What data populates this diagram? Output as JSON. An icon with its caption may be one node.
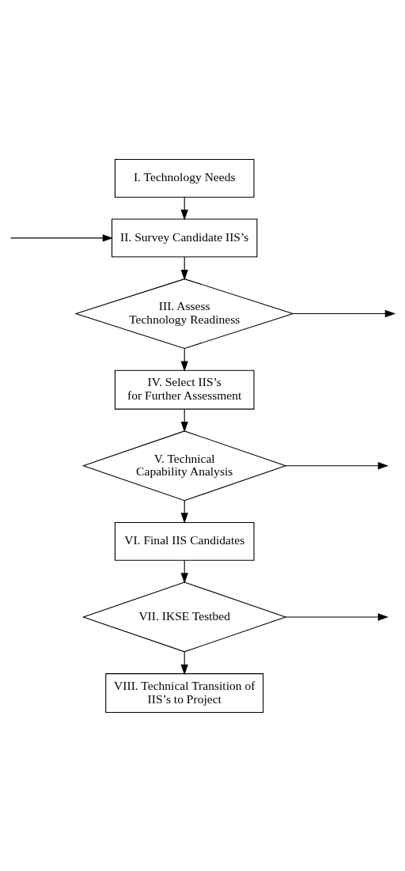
{
  "diagram": {
    "nodes": [
      {
        "text": [
          "I. Technology Needs"
        ]
      },
      {
        "text": [
          "II. Survey Candidate IIS’s"
        ]
      },
      {
        "text": [
          "III. Assess Technology Readiness"
        ]
      },
      {
        "text": [
          "IV. Select IIS’s for Further Assessment"
        ]
      },
      {
        "text": [
          "V. Technical Capability Analysis"
        ]
      },
      {
        "text": [
          "VI. Final IIS Candidates"
        ]
      },
      {
        "text": [
          "VII. IKSE Testbed"
        ]
      },
      {
        "text": [
          "VIII. Technical Transition of IIS’s to Project"
        ]
      }
    ],
    "edges": [
      {
        "from": 0,
        "to": 1,
        "arrow": "to"
      },
      {
        "from": null,
        "to": 1,
        "arrow": "to"
      },
      {
        "from": 1,
        "to": 2,
        "arrow": "to"
      },
      {
        "from": 2,
        "to": null,
        "arrow": "to"
      },
      {
        "from": 2,
        "to": 3,
        "arrow": "to"
      },
      {
        "from": 3,
        "to": 4,
        "arrow": "to"
      },
      {
        "from": 4,
        "to": null,
        "arrow": "to"
      },
      {
        "from": 4,
        "to": 5,
        "arrow": "to"
      },
      {
        "from": 5,
        "to": 6,
        "arrow": "to"
      },
      {
        "from": 6,
        "to": null,
        "arrow": "to"
      },
      {
        "from": 6,
        "to": 7,
        "arrow": "to"
      }
    ]
  }
}
